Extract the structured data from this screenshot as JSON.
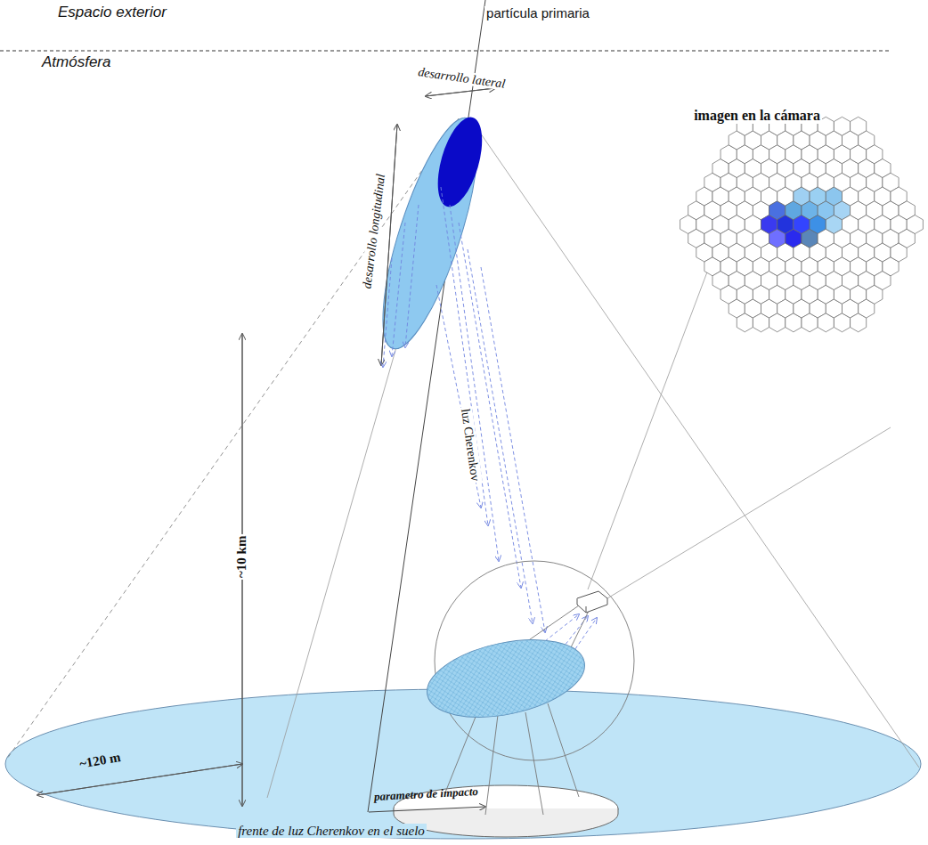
{
  "diagram": {
    "labels": [
      "Espacio exterior",
      "Atmósfera",
      "partícula primaria",
      "desarrollo lateral",
      "desarrollo longitudinal",
      "luz Cherenkov",
      "imagen en la cámara",
      "~10 km",
      "~120 m",
      "parametro de impacto",
      "frente de luz Cherenkov en el suelo"
    ]
  }
}
